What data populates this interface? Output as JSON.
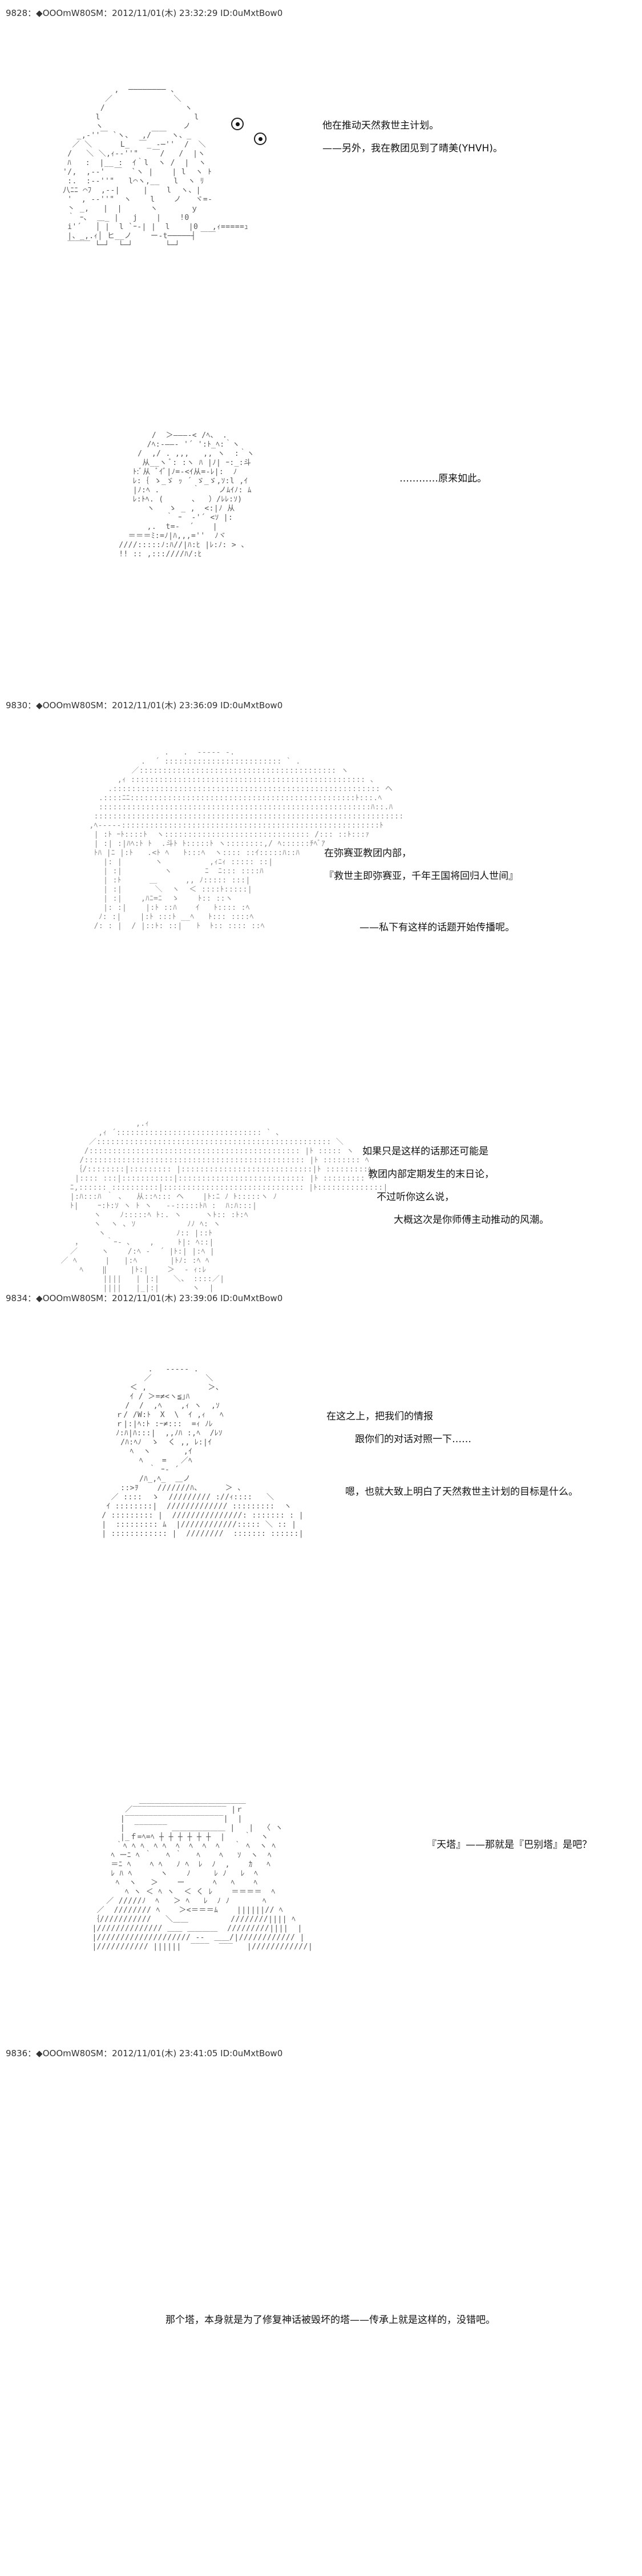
{
  "posts": [
    {
      "header": "9828：◆OOOmW80SM：2012/11/01(木) 23:32:29 ID:0uMxtBow0",
      "lines": [
        "他在推动天然救世主计划。",
        "——另外，我在教团见到了晴美(YHVH)。"
      ]
    },
    {
      "lines": [
        "…………原来如此。"
      ]
    },
    {
      "header": "9830：◆OOOmW80SM：2012/11/01(木) 23:36:09 ID:0uMxtBow0",
      "lines": [
        "在弥赛亚教团内部，",
        "『救世主即弥赛亚，千年王国将回归人世间』",
        "——私下有这样的话题开始传播呢。"
      ]
    },
    {
      "lines": [
        "如果只是这样的话那还可能是",
        "教团内部定期发生的末日论，",
        "不过听你这么说，",
        "大概这次是你师傅主动推动的风潮。"
      ]
    },
    {
      "header": "9834：◆OOOmW80SM：2012/11/01(木) 23:39:06 ID:0uMxtBow0",
      "lines": [
        "在这之上，把我们的情报",
        "跟你们的对话对照一下……",
        "嗯，也就大致上明白了天然救世主计划的目标是什么。"
      ]
    },
    {
      "lines": [
        "『天塔』——那就是『巴别塔』是吧？"
      ]
    },
    {
      "header": "9836：◆OOOmW80SM：2012/11/01(木) 23:41:05 ID:0uMxtBow0",
      "lines": [
        "那个塔，本身就是为了修复神话被毁坏的塔——传承上就是这样的，没错吧。"
      ]
    }
  ],
  "icons": [
    "eye-icon"
  ]
}
